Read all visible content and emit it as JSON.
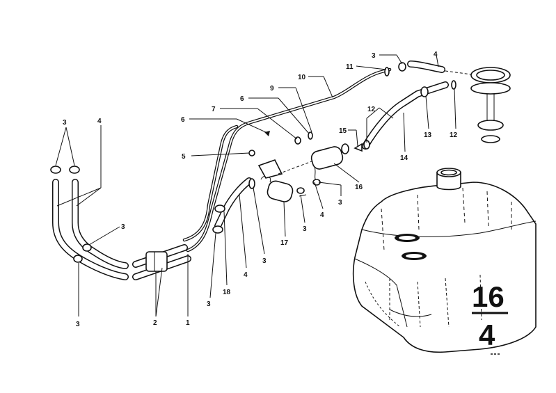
{
  "diagram": {
    "labels": {
      "l1": "1",
      "l2": "2",
      "l3a": "3",
      "l3b": "3",
      "l3c": "3",
      "l3d": "3",
      "l3e": "3",
      "l3f": "3",
      "l3g": "3",
      "l3h": "3",
      "l4a": "4",
      "l4b": "4",
      "l4c": "4",
      "l4d": "4",
      "l5": "5",
      "l6a": "6",
      "l6b": "6",
      "l7": "7",
      "l9": "9",
      "l10": "10",
      "l11": "11",
      "l12a": "12",
      "l12b": "12",
      "l13": "13",
      "l14": "14",
      "l15": "15",
      "l16": "16",
      "l17": "17",
      "l18": "18"
    },
    "page_number": {
      "top": "16",
      "bottom": "4"
    }
  }
}
